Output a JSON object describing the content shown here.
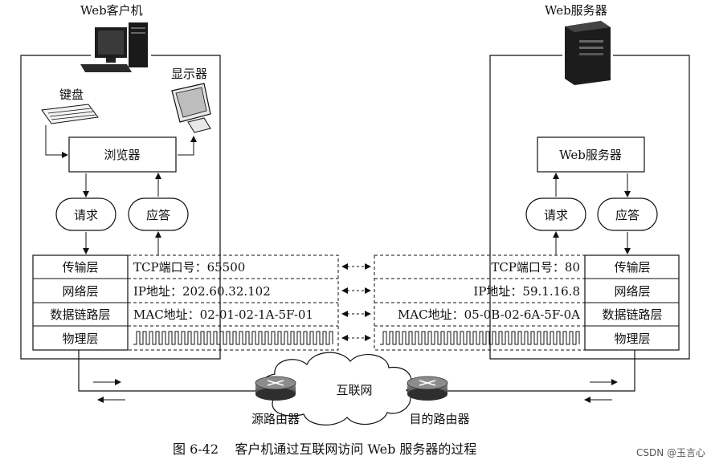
{
  "client": {
    "title": "Web客户机",
    "keyboard": "键盘",
    "monitor": "显示器",
    "browser": "浏览器",
    "request": "请求",
    "response": "应答",
    "layers": [
      "传输层",
      "网络层",
      "数据链路层",
      "物理层"
    ],
    "values": [
      "TCP端口号：65500",
      "IP地址：202.60.32.102",
      "MAC地址：02-01-02-1A-5F-01"
    ]
  },
  "server": {
    "title": "Web服务器",
    "app": "Web服务器",
    "request": "请求",
    "response": "应答",
    "layers": [
      "传输层",
      "网络层",
      "数据链路层",
      "物理层"
    ],
    "values": [
      "TCP端口号：80",
      "IP地址：59.1.16.8",
      "MAC地址：05-0B-02-6A-5F-0A"
    ]
  },
  "network": {
    "internet": "互联网",
    "source_router": "源路由器",
    "dest_router": "目的路由器"
  },
  "caption": "图 6-42    客户机通过互联网访问 Web 服务器的过程",
  "watermark": "CSDN @玉言心"
}
